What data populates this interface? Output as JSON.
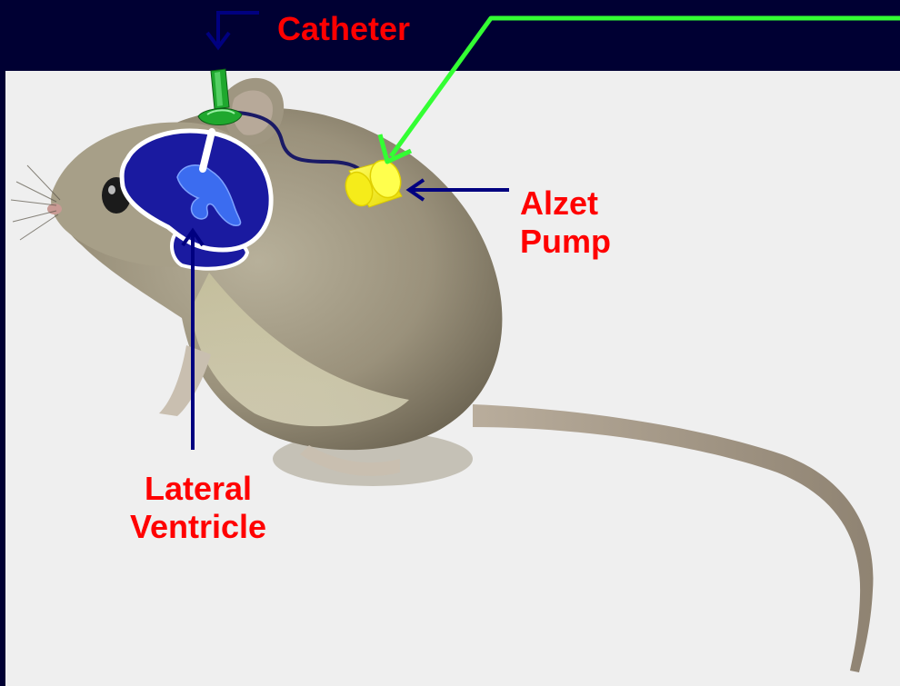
{
  "labels": {
    "catheter": "Catheter",
    "alzet_line1": "Alzet",
    "alzet_line2": "Pump",
    "lateral_line1": "Lateral",
    "lateral_line2": "Ventricle"
  },
  "colors": {
    "background": "#000033",
    "panel": "#efefef",
    "label_text": "#ff0000",
    "arrow_navy": "#000080",
    "arrow_green": "#33ff33",
    "brain": "#1a1aa0",
    "ventricle": "#3b6cf0",
    "pump": "#ffff00",
    "cannula": "#1fa82e",
    "tubing": "#1a1a66"
  },
  "icons": {
    "mouse": "mouse-illustration",
    "brain": "brain-icon",
    "pump": "cylinder-pump-icon",
    "cannula": "cannula-pin-icon"
  }
}
